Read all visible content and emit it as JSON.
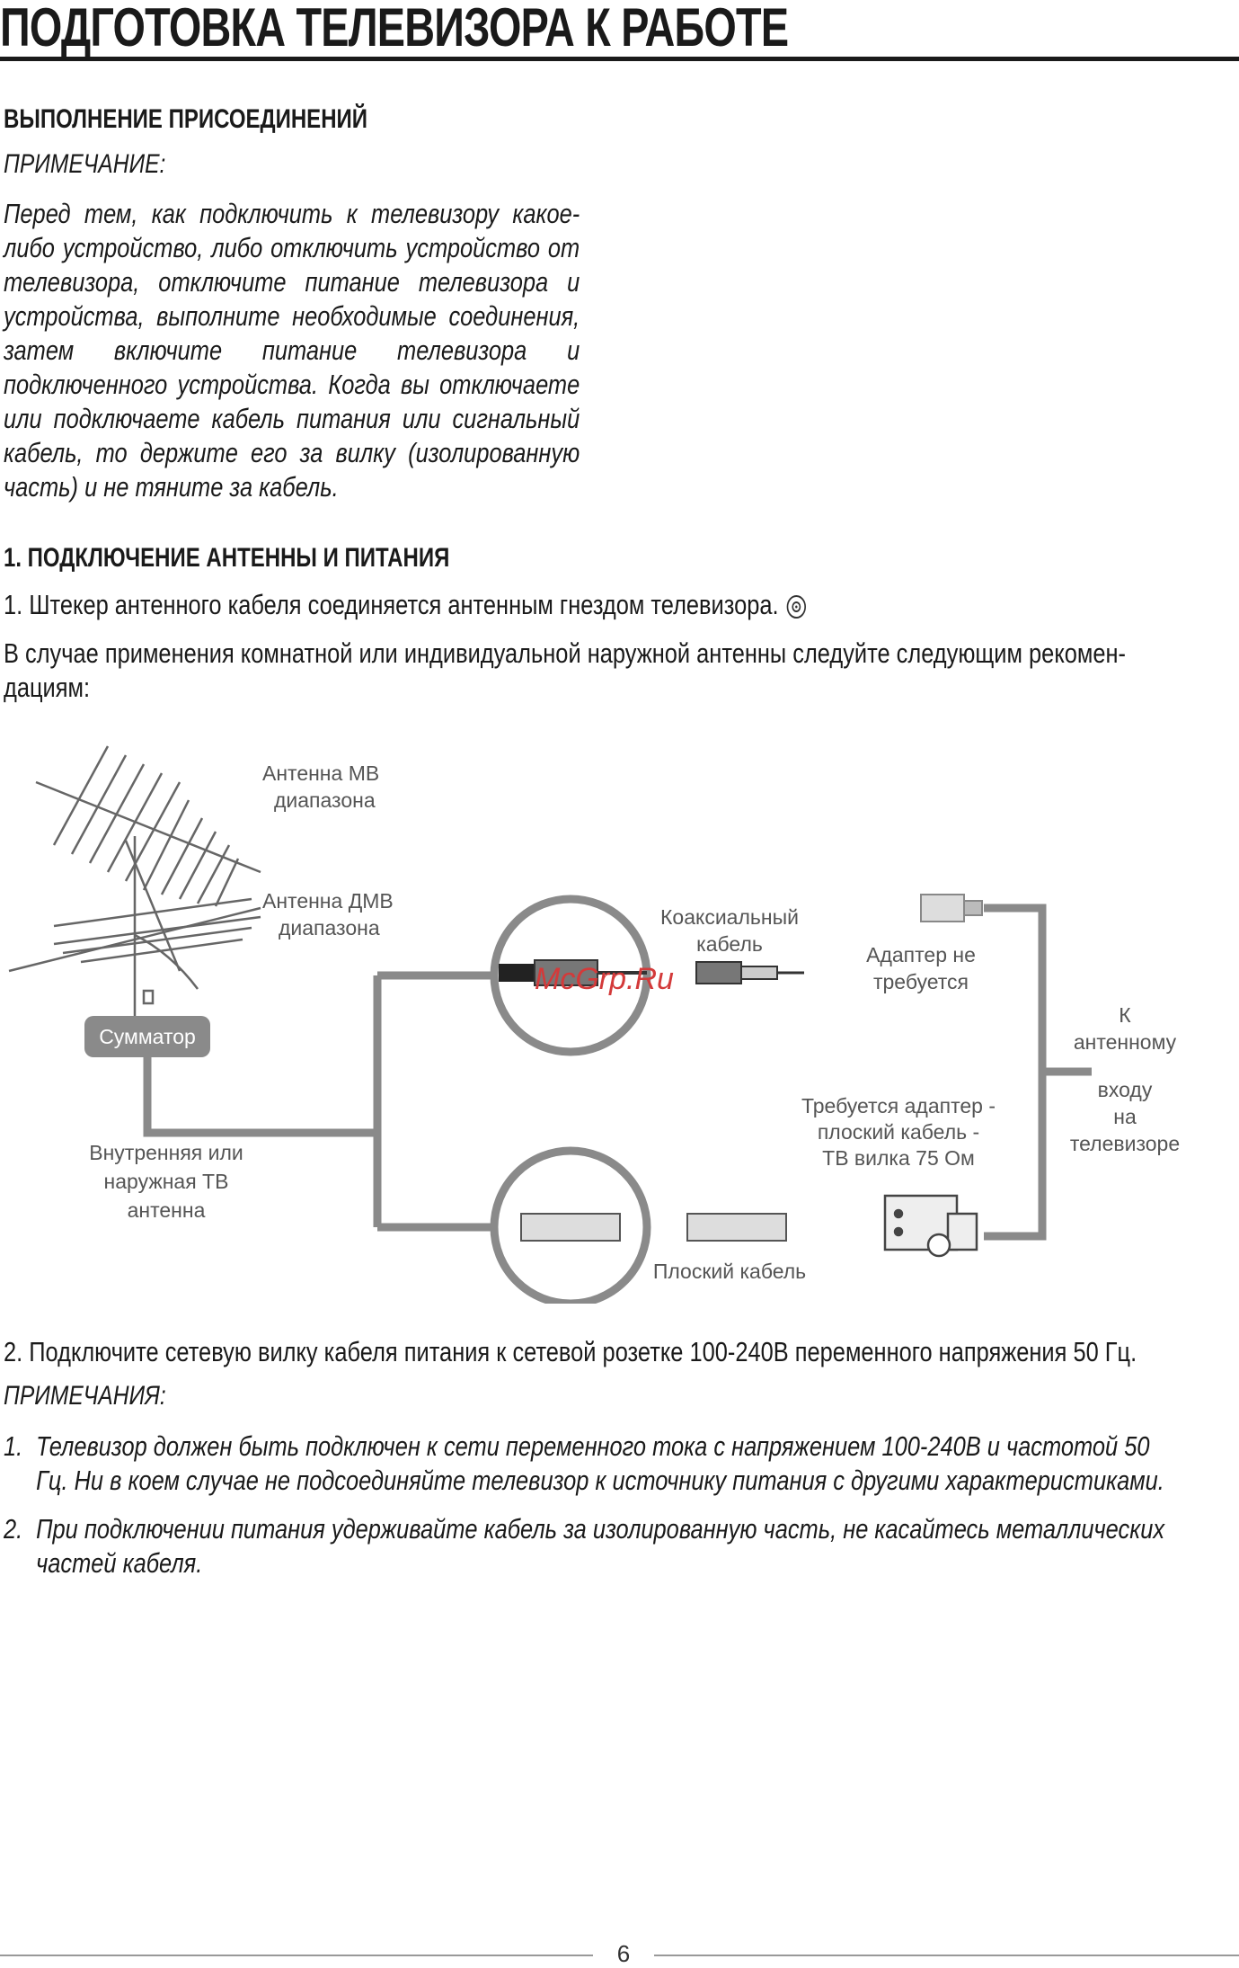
{
  "page": {
    "title": "ПОДГОТОВКА ТЕЛЕВИЗОРА К РАБОТЕ",
    "page_number": "6"
  },
  "section_connections": {
    "heading": "ВЫПОЛНЕНИЕ ПРИСОЕДИНЕНИЙ",
    "note_label": "ПРИМЕЧАНИЕ:",
    "note_text": "Перед тем, как подключить к телевизору какое-либо устройство, либо отключить устройство от телевизора, отключите питание телевизора и устройства, выполните необходимые соединения, затем включите питание телевизора и подключенного устройства. Когда вы отключаете или подключаете кабель питания или сигнальный кабель, то держите его за вилку (изолированную часть) и не тяните за кабель."
  },
  "section_antenna": {
    "heading": "1. ПОДКЛЮЧЕНИЕ АНТЕННЫ И ПИТАНИЯ",
    "step1": "1. Штекер антенного кабеля соединяется антенным гнездом телевизора.",
    "recommend_line1": "В случае применения комнатной или индивидуальной наружной антенны следуйте следующим рекомен-",
    "recommend_line2": "дациям:",
    "step2": "2. Подключите сетевую вилку кабеля питания к сетевой розетке 100-240В переменного напряжения 50 Гц.",
    "notes_label": "ПРИМЕЧАНИЯ:",
    "notes": [
      {
        "num": "1.",
        "line1": "Телевизор должен быть подключен к сети  переменного тока с напряжением 100-240В и частотой 50",
        "line2": "Гц. Ни в коем случае не подсоединяйте телевизор к источнику питания с другими характеристиками."
      },
      {
        "num": "2.",
        "line1": "При подключении питания удерживайте кабель за изолированную часть, не касайтесь металлических",
        "line2": "частей кабеля."
      }
    ]
  },
  "diagram": {
    "mv_antenna": [
      "Антенна МВ",
      "диапазона"
    ],
    "dmv_antenna": [
      "Антенна ДМВ",
      "диапазона"
    ],
    "combiner": "Сумматор",
    "antenna_type": [
      "Внутренняя или",
      "наружная ТВ",
      "антенна"
    ],
    "coax_cable": [
      "Коаксиальный",
      "кабель"
    ],
    "no_adapter": [
      "Адаптер не",
      "требуется"
    ],
    "adapter_needed": [
      "Требуется адаптер -",
      "плоский кабель -",
      "ТВ вилка 75 Ом"
    ],
    "flat_cable": "Плоский кабель",
    "tv_input": [
      "К",
      "антенному",
      "входу",
      "на",
      "телевизоре"
    ],
    "watermark": "McGrp.Ru"
  }
}
